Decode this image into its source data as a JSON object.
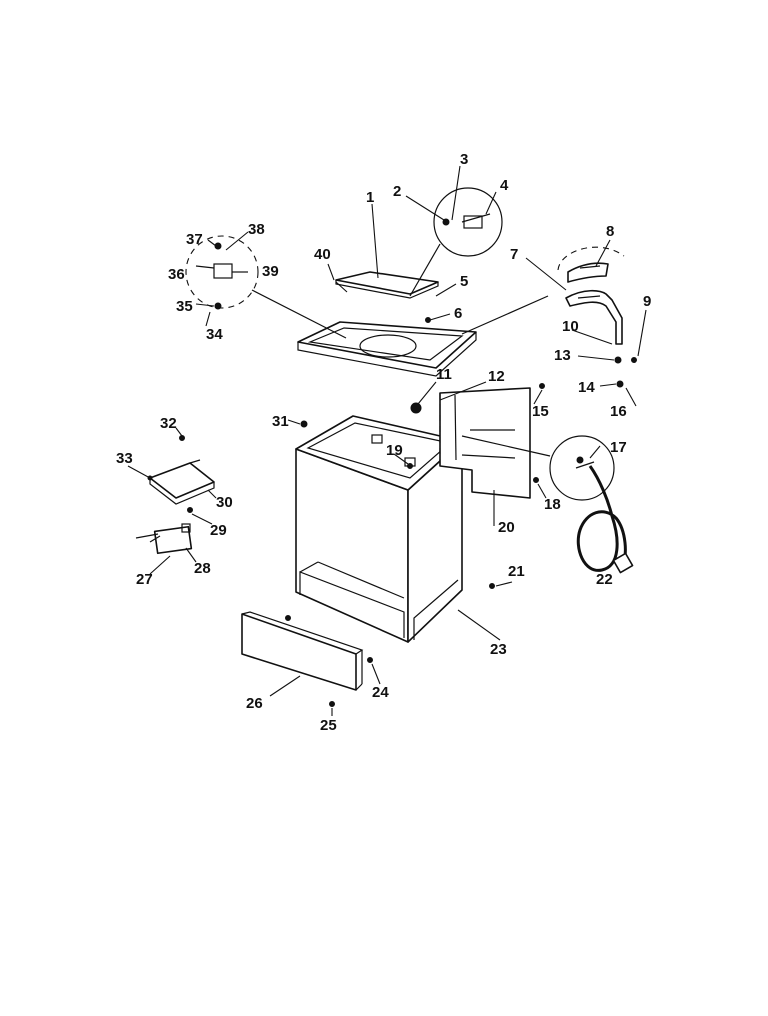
{
  "callouts": [
    {
      "id": "c1",
      "text": "1"
    },
    {
      "id": "c2",
      "text": "2"
    },
    {
      "id": "c3",
      "text": "3"
    },
    {
      "id": "c4",
      "text": "4"
    },
    {
      "id": "c5",
      "text": "5"
    },
    {
      "id": "c6",
      "text": "6"
    },
    {
      "id": "c7",
      "text": "7"
    },
    {
      "id": "c8",
      "text": "8"
    },
    {
      "id": "c9",
      "text": "9"
    },
    {
      "id": "c10",
      "text": "10"
    },
    {
      "id": "c11",
      "text": "11"
    },
    {
      "id": "c12",
      "text": "12"
    },
    {
      "id": "c13",
      "text": "13"
    },
    {
      "id": "c14",
      "text": "14"
    },
    {
      "id": "c15",
      "text": "15"
    },
    {
      "id": "c16",
      "text": "16"
    },
    {
      "id": "c17",
      "text": "17"
    },
    {
      "id": "c18",
      "text": "18"
    },
    {
      "id": "c19",
      "text": "19"
    },
    {
      "id": "c20",
      "text": "20"
    },
    {
      "id": "c21",
      "text": "21"
    },
    {
      "id": "c22",
      "text": "22"
    },
    {
      "id": "c23",
      "text": "23"
    },
    {
      "id": "c24",
      "text": "24"
    },
    {
      "id": "c25",
      "text": "25"
    },
    {
      "id": "c26",
      "text": "26"
    },
    {
      "id": "c27",
      "text": "27"
    },
    {
      "id": "c28",
      "text": "28"
    },
    {
      "id": "c29",
      "text": "29"
    },
    {
      "id": "c30",
      "text": "30"
    },
    {
      "id": "c31",
      "text": "31"
    },
    {
      "id": "c32",
      "text": "32"
    },
    {
      "id": "c33",
      "text": "33"
    },
    {
      "id": "c34",
      "text": "34"
    },
    {
      "id": "c35",
      "text": "35"
    },
    {
      "id": "c36",
      "text": "36"
    },
    {
      "id": "c37",
      "text": "37"
    },
    {
      "id": "c38",
      "text": "38"
    },
    {
      "id": "c39",
      "text": "39"
    },
    {
      "id": "c40",
      "text": "40"
    }
  ]
}
